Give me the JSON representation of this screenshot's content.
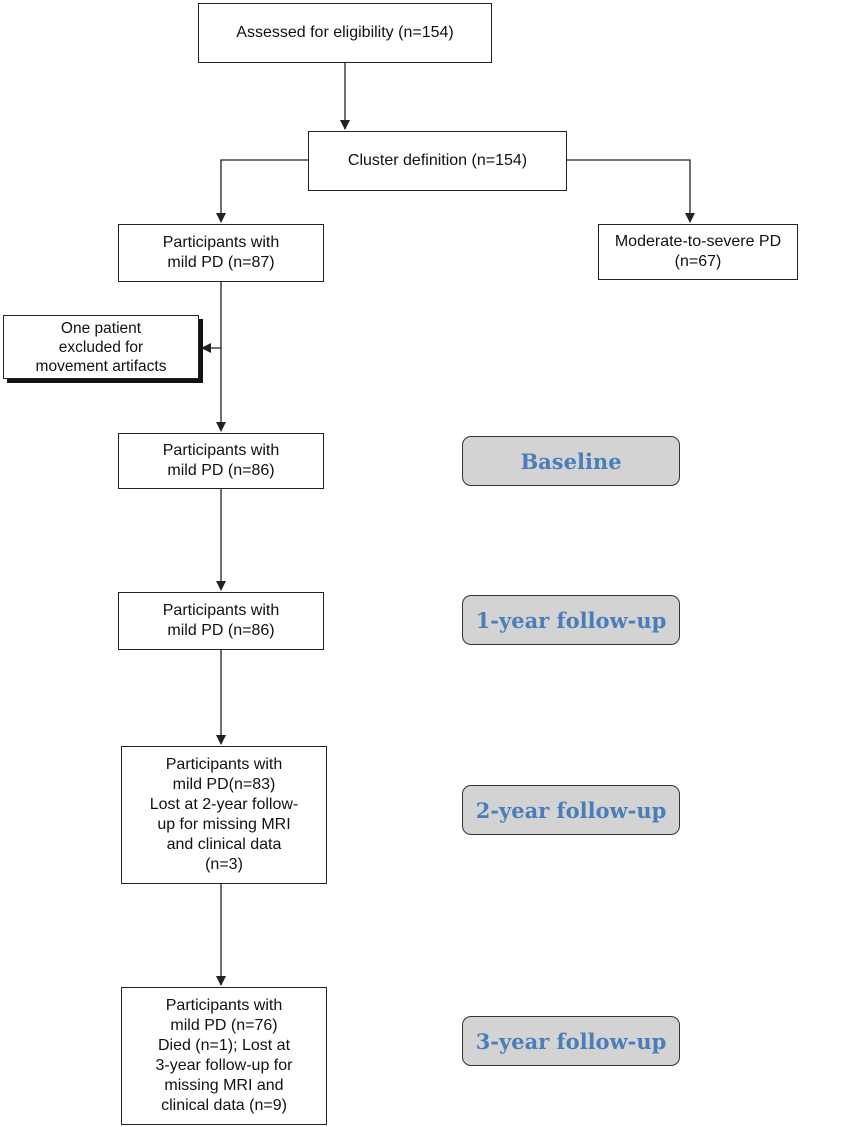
{
  "colors": {
    "stage_fill": "#d3d3d3",
    "stage_text": "#4a7ebb",
    "line": "#222222"
  },
  "boxes": {
    "assessed": {
      "lines": [
        "Assessed for eligibility (n=154)"
      ]
    },
    "cluster": {
      "lines": [
        "Cluster definition (n=154)"
      ]
    },
    "mild87": {
      "lines": [
        "Participants with",
        "mild PD (n=87)"
      ]
    },
    "moderate": {
      "lines": [
        "Moderate-to-severe PD",
        "(n=67)"
      ]
    },
    "excluded": {
      "lines": [
        "One patient",
        "excluded for",
        "movement artifacts"
      ]
    },
    "mild86a": {
      "lines": [
        "Participants with",
        "mild PD (n=86)"
      ]
    },
    "mild86b": {
      "lines": [
        "Participants with",
        "mild PD (n=86)"
      ]
    },
    "mild83": {
      "lines": [
        "Participants with",
        "mild PD(n=83)",
        "Lost at 2-year follow-",
        "up for missing MRI",
        "and clinical data",
        "(n=3)"
      ]
    },
    "mild76": {
      "lines": [
        "Participants with",
        "mild PD (n=76)",
        "Died (n=1); Lost at",
        "3-year follow-up for",
        "missing MRI and",
        "clinical data (n=9)"
      ]
    }
  },
  "stages": {
    "baseline": "Baseline",
    "year1": "1-year follow-up",
    "year2": "2-year follow-up",
    "year3": "3-year follow-up"
  }
}
